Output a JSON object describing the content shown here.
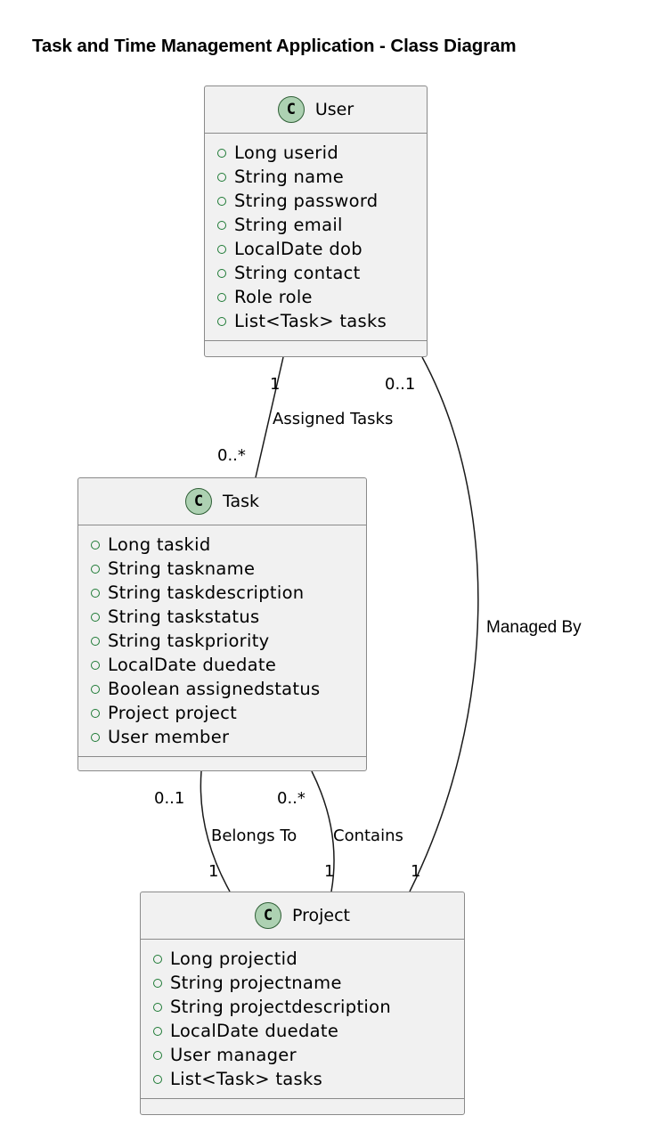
{
  "title": "Task and Time Management Application - Class Diagram",
  "classes": {
    "user": {
      "name": "User",
      "icon": "C",
      "attributes": [
        "Long userid",
        "String name",
        "String password",
        "String email",
        "LocalDate dob",
        "String contact",
        "Role role",
        "List<Task> tasks"
      ]
    },
    "task": {
      "name": "Task",
      "icon": "C",
      "attributes": [
        "Long taskid",
        "String taskname",
        "String taskdescription",
        "String taskstatus",
        "String taskpriority",
        "LocalDate duedate",
        "Boolean assignedstatus",
        "Project project",
        "User member"
      ]
    },
    "project": {
      "name": "Project",
      "icon": "C",
      "attributes": [
        "Long projectid",
        "String projectname",
        "String projectdescription",
        "LocalDate duedate",
        "User manager",
        "List<Task> tasks"
      ]
    }
  },
  "relations": {
    "assigned": {
      "label": "Assigned Tasks",
      "from_mult": "1",
      "to_mult": "0..*"
    },
    "managed": {
      "label": "Managed By",
      "from_mult": "0..1",
      "to_mult": "1"
    },
    "belongs": {
      "label": "Belongs To",
      "from_mult": "0..1",
      "to_mult": "1"
    },
    "contains": {
      "label": "Contains",
      "from_mult": "0..*",
      "to_mult": "1"
    }
  }
}
